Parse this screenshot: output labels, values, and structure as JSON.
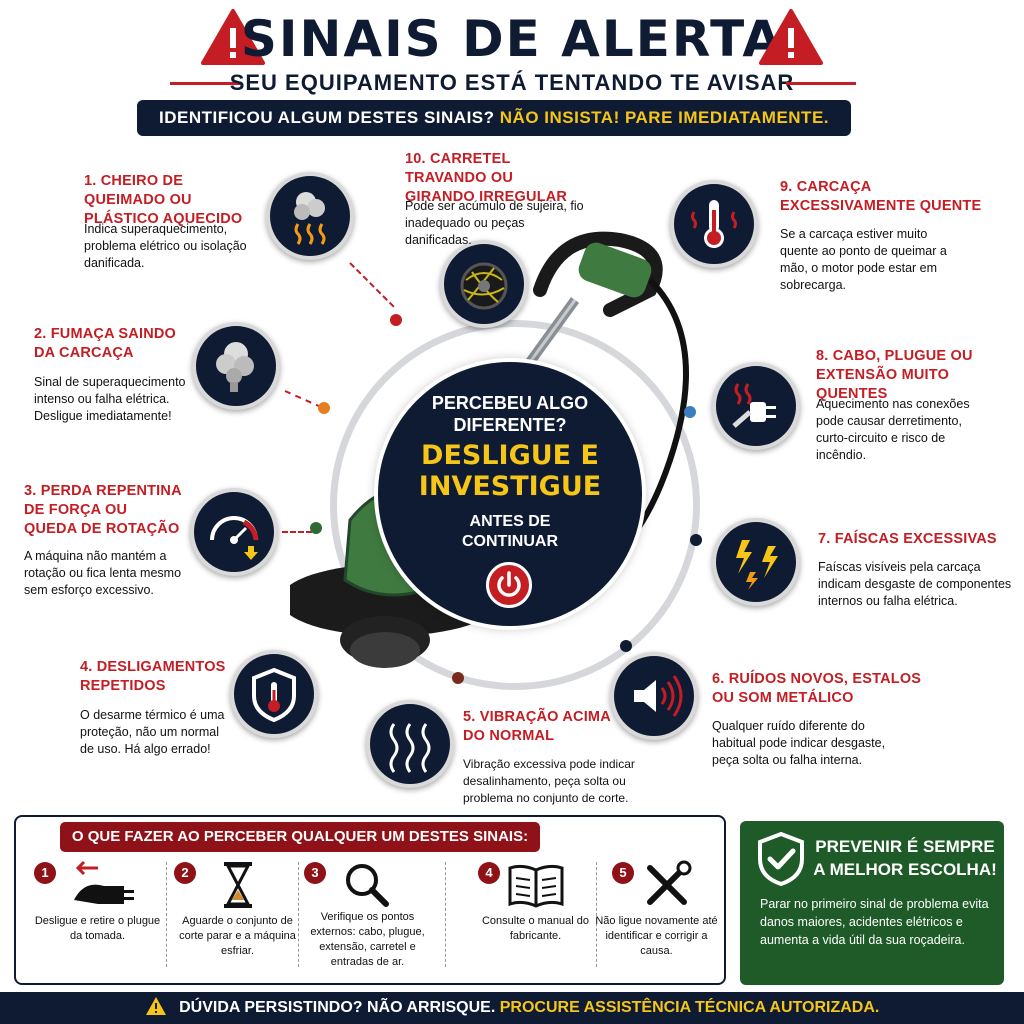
{
  "header": {
    "title": "SINAIS DE ALERTA",
    "subtitle": "SEU EQUIPAMENTO ESTÁ TENTANDO TE AVISAR",
    "banner_white": "IDENTIFICOU ALGUM DESTES SINAIS?",
    "banner_yellow": "NÃO INSISTA! PARE IMEDIATAMENTE."
  },
  "center": {
    "question": "PERCEBEU ALGO DIFERENTE?",
    "big1": "DESLIGUE E",
    "big2": "INVESTIGUE",
    "after": "ANTES DE CONTINUAR"
  },
  "signals": [
    {
      "title": "1. CHEIRO DE QUEIMADO OU PLÁSTICO AQUECIDO",
      "desc": "Indica superaquecimento, problema elétrico ou isolação danificada."
    },
    {
      "title": "2. FUMAÇA SAINDO DA CARCAÇA",
      "desc": "Sinal de superaquecimento intenso ou falha elétrica. Desligue imediatamente!"
    },
    {
      "title": "3. PERDA REPENTINA DE FORÇA OU QUEDA DE ROTAÇÃO",
      "desc": "A máquina não mantém a rotação ou fica lenta mesmo sem esforço excessivo."
    },
    {
      "title": "4. DESLIGAMENTOS REPETIDOS",
      "desc": "O desarme térmico é uma proteção, não um normal de uso. Há algo errado!"
    },
    {
      "title": "5. VIBRAÇÃO ACIMA DO NORMAL",
      "desc": "Vibração excessiva pode indicar desalinhamento, peça solta ou problema no conjunto de corte."
    },
    {
      "title": "6. RUÍDOS NOVOS, ESTALOS OU SOM METÁLICO",
      "desc": "Qualquer ruído diferente do habitual pode indicar desgaste, peça solta ou falha interna."
    },
    {
      "title": "7. FAÍSCAS EXCESSIVAS",
      "desc": "Faíscas visíveis pela carcaça indicam desgaste de componentes internos ou falha elétrica."
    },
    {
      "title": "8. CABO, PLUGUE OU EXTENSÃO MUITO QUENTES",
      "desc": "Aquecimento nas conexões pode causar derretimento, curto-circuito e risco de incêndio."
    },
    {
      "title": "9. CARCAÇA EXCESSIVAMENTE QUENTE",
      "desc": "Se a carcaça estiver muito quente ao ponto de queimar a mão, o motor pode estar em sobrecarga."
    },
    {
      "title": "10. CARRETEL TRAVANDO OU GIRANDO IRREGULAR",
      "desc": "Pode ser acúmulo de sujeira, fio inadequado ou peças danificadas."
    }
  ],
  "actions": {
    "tag": "O QUE FAZER AO PERCEBER QUALQUER UM DESTES SINAIS:",
    "steps": [
      {
        "num": "1",
        "text": "Desligue e retire o plugue da tomada."
      },
      {
        "num": "2",
        "text": "Aguarde o conjunto de corte parar e a máquina esfriar."
      },
      {
        "num": "3",
        "text": "Verifique os pontos externos: cabo, plugue, extensão, carretel e entradas de ar."
      },
      {
        "num": "4",
        "text": "Consulte o manual do fabricante."
      },
      {
        "num": "5",
        "text": "Não ligue novamente até identificar e corrigir a causa."
      }
    ]
  },
  "prevent": {
    "heading": "PREVENIR É SEMPRE A MELHOR ESCOLHA!",
    "text": "Parar no primeiro sinal de problema evita danos maiores, acidentes elétricos e aumenta a vida útil da sua roçadeira."
  },
  "footer": {
    "white": "DÚVIDA PERSISTINDO? NÃO ARRISQUE.",
    "yellow": "PROCURE ASSISTÊNCIA TÉCNICA AUTORIZADA."
  },
  "colors": {
    "navy": "#0e1b33",
    "red": "#c41d23",
    "yellow": "#f5c518",
    "green": "#1f5b28"
  }
}
